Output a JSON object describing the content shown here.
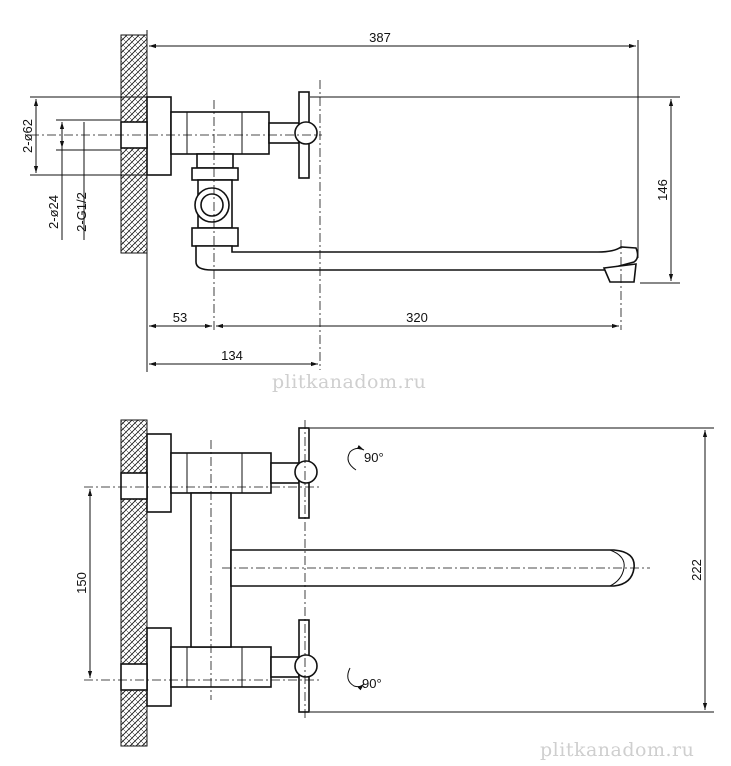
{
  "dimensions": {
    "overall_length": "387",
    "height_top_to_spout": "146",
    "wall_to_body_axis": "53",
    "spout_reach": "320",
    "wall_to_handle_axis": "134",
    "outer_diameter": "2-ø62",
    "inner_diameter": "2-ø24",
    "thread": "2-G1/2",
    "inlet_spacing": "150",
    "overall_width": "222"
  },
  "rotation_labels": {
    "upper": "90°",
    "lower": "90°"
  },
  "watermarks": {
    "middle": "plitkanadom.ru",
    "bottom": "plitkanadom.ru"
  },
  "colors": {
    "line": "#111111",
    "watermark": "#cfcfcf",
    "background": "#ffffff"
  }
}
